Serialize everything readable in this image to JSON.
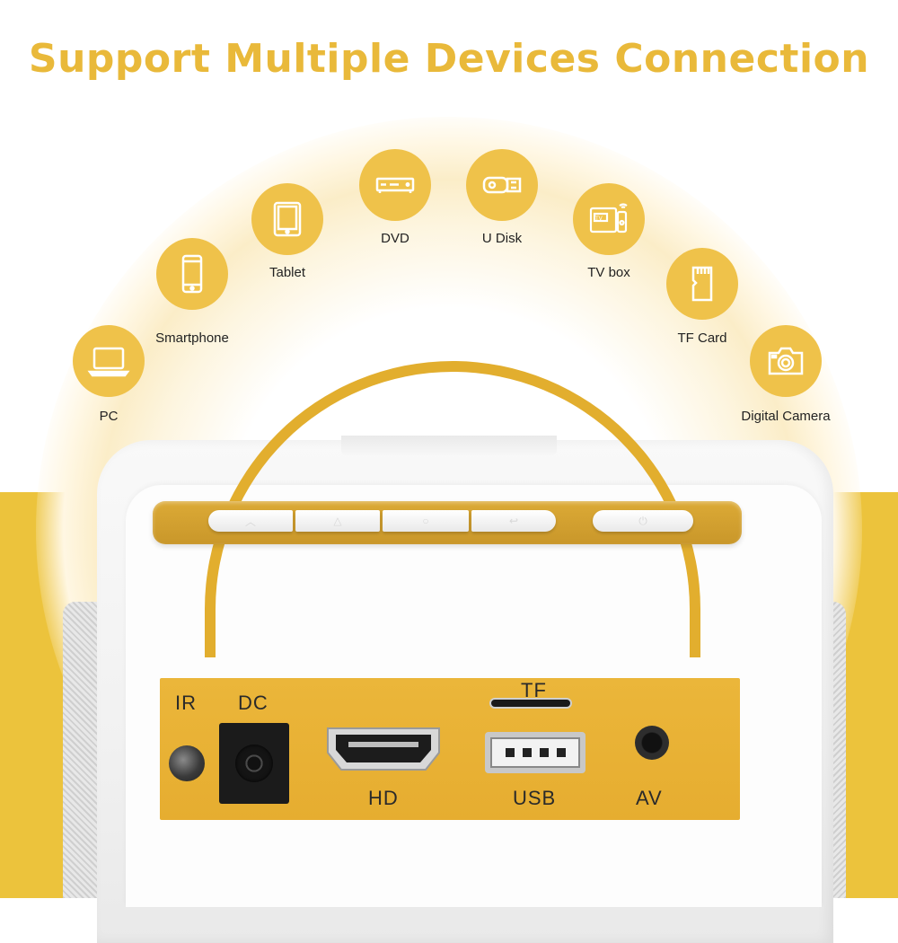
{
  "headline": "Support Multiple Devices Connection",
  "devices": [
    {
      "label": "PC",
      "icon": "laptop-icon"
    },
    {
      "label": "Smartphone",
      "icon": "smartphone-icon"
    },
    {
      "label": "Tablet",
      "icon": "tablet-icon"
    },
    {
      "label": "DVD",
      "icon": "dvd-player-icon"
    },
    {
      "label": "U Disk",
      "icon": "usb-drive-icon"
    },
    {
      "label": "TV box",
      "icon": "tv-box-icon"
    },
    {
      "label": "TF Card",
      "icon": "sd-card-icon"
    },
    {
      "label": "Digital Camera",
      "icon": "camera-icon"
    }
  ],
  "ports": {
    "ir": "IR",
    "dc": "DC",
    "hd": "HD",
    "tf": "TF",
    "usb": "USB",
    "av": "AV"
  },
  "colors": {
    "accent": "#efc24a",
    "headline": "#e9b93a",
    "background_band": "#ecc33c",
    "panel": "#e6ad30"
  }
}
